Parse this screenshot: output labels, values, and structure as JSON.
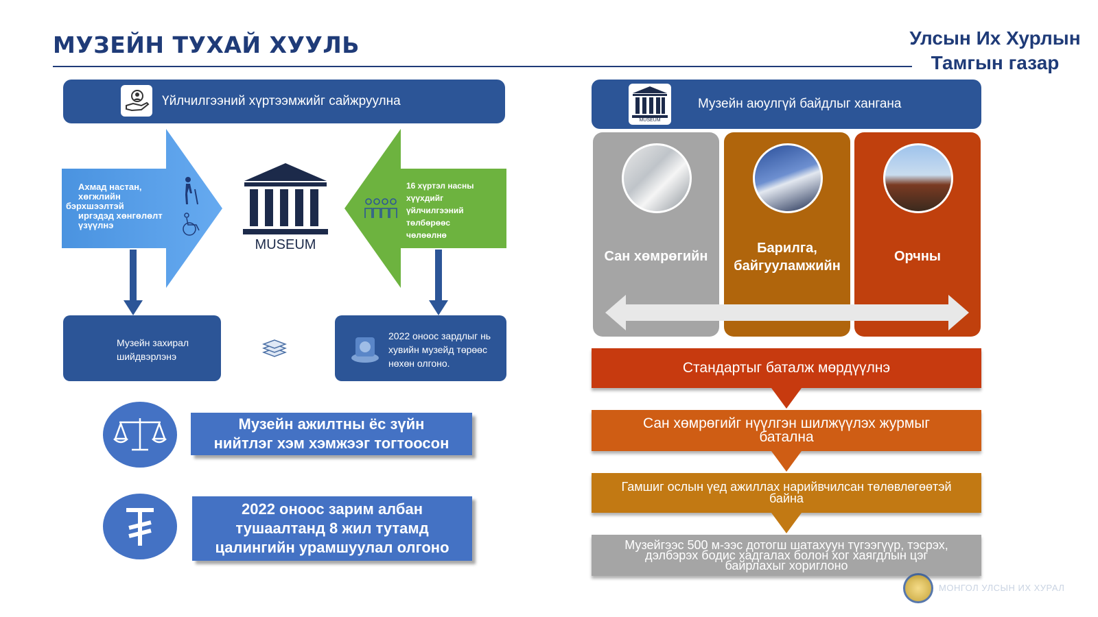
{
  "header": {
    "title": "МУЗЕЙН ТУХАЙ ХУУЛЬ",
    "org_line1": "Улсын Их Хурлын",
    "org_line2": "Тамгын газар"
  },
  "left": {
    "top_bar": "Үйлчилгээний хүртээмжийг сайжруулна",
    "arrow_left_text": [
      "Ахмад настан,",
      "хөгжлийн",
      "бэрхшээлтэй",
      "иргэдэд хөнгөлөлт",
      "үзүүлнэ"
    ],
    "museum_label": "MUSEUM",
    "arrow_right_text": [
      "16 хүртэл насны",
      "хүүхдийг",
      "үйлчилгээний",
      "төлбөрөөс",
      "чөлөөлнө"
    ],
    "box_left": [
      "Музейн захирал",
      "шийдвэрлэнэ"
    ],
    "box_right": [
      "2022 оноос зардлыг нь",
      "хувийн музейд төрөөс",
      "нөхөн олгоно."
    ],
    "ethics": [
      "Музейн ажилтны ёс зүйн",
      "нийтлэг хэм хэмжээг тогтоосон"
    ],
    "bonus": [
      "2022 оноос зарим албан",
      "тушаалтанд 8 жил тутамд",
      "цалингийн урамшуулал олгоно"
    ]
  },
  "right": {
    "top_bar": "Музейн аюулгүй байдлыг хангана",
    "museum_icon_label": "MUSEUM",
    "columns": [
      {
        "label": [
          "Сан хөмрөгийн"
        ],
        "color": "#a5a5a5"
      },
      {
        "label": [
          "Барилга,",
          "байгууламжийн"
        ],
        "color": "#b0650c"
      },
      {
        "label": [
          "Орчны"
        ],
        "color": "#c0400d"
      }
    ],
    "steps": [
      {
        "text": [
          "Стандартыг баталж мөрдүүлнэ"
        ],
        "color": "#c73a0f"
      },
      {
        "text": [
          "Сан хөмрөгийг нүүлгэн шилжүүлэх журмыг",
          "батална"
        ],
        "color": "#cf5d14"
      },
      {
        "text": [
          "Гамшиг ослын үед ажиллах нарийвчилсан төлөвлөгөөтэй",
          "байна"
        ],
        "color": "#c27913"
      },
      {
        "text": [
          "Музейгээс 500 м-ээс дотогш шатахуун түгээгүүр, тэсрэх,",
          "дэлбэрэх бодис хадгалах болон хог хаягдлын цэг",
          "байрлахыг хориглоно"
        ],
        "color": "#a5a5a5"
      }
    ]
  },
  "footer": {
    "watermark": "МОНГОЛ УЛСЫН ИХ ХУРАЛ"
  }
}
